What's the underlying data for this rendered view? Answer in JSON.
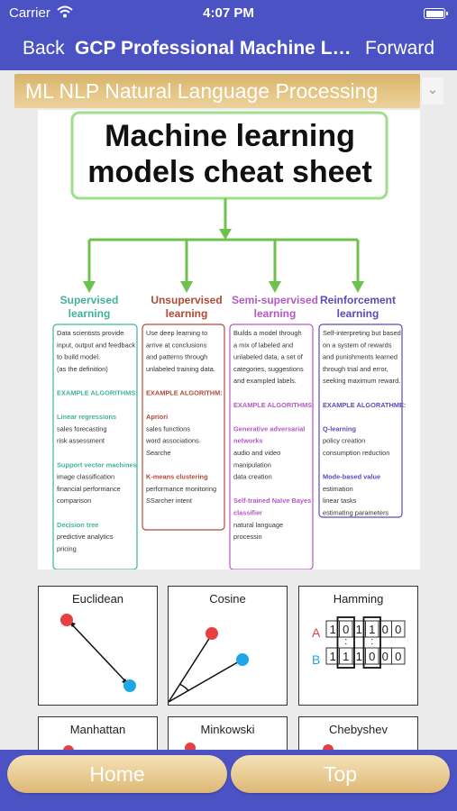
{
  "status": {
    "carrier": "Carrier",
    "time": "4:07 PM"
  },
  "nav": {
    "back_label": "Back",
    "title": "GCP Professional Machine Learning Engineer",
    "forward_label": "Forward"
  },
  "topic_selector": {
    "selected": "ML NLP Natural Language Processing",
    "arrow": "⌄"
  },
  "cheatsheet": {
    "title_line1": "Machine learning",
    "title_line2": "models cheat sheet",
    "columns": [
      {
        "title": [
          "Supervised",
          "learning"
        ],
        "color": "#3fb39a",
        "items": [
          {
            "t": "Data scientists provide"
          },
          {
            "t": "input, output and feedback"
          },
          {
            "t": "to build model."
          },
          {
            "t": "(as the definition)"
          },
          {
            "t": ""
          },
          {
            "t": "EXAMPLE ALGORITHMS:",
            "h": 1
          },
          {
            "t": ""
          },
          {
            "t": "Linear regressions",
            "h": 1
          },
          {
            "t": "sales forecasting"
          },
          {
            "t": "risk assessment"
          },
          {
            "t": ""
          },
          {
            "t": "Support vector machines",
            "h": 1
          },
          {
            "t": "image classification"
          },
          {
            "t": "financial performance"
          },
          {
            "t": "comparison"
          },
          {
            "t": ""
          },
          {
            "t": "Decision tree",
            "h": 1
          },
          {
            "t": "predictive analytics"
          },
          {
            "t": "pricing"
          }
        ]
      },
      {
        "title": [
          "Unsupervised",
          "learning"
        ],
        "color": "#b04a36",
        "items": [
          {
            "t": "Use deep learning to"
          },
          {
            "t": "arrive at conclusions"
          },
          {
            "t": "and patterns through"
          },
          {
            "t": "unlabeled training data."
          },
          {
            "t": ""
          },
          {
            "t": "EXAMPLE ALGORITHM:",
            "h": 1
          },
          {
            "t": ""
          },
          {
            "t": "Apriori",
            "h": 1
          },
          {
            "t": "sales functions"
          },
          {
            "t": "word associations"
          },
          {
            "t": "Searche"
          },
          {
            "t": ""
          },
          {
            "t": "K-means clustering",
            "h": 1
          },
          {
            "t": "performance monitoring"
          },
          {
            "t": "SSarcher intent"
          }
        ]
      },
      {
        "title": [
          "Semi-supervised",
          "learning"
        ],
        "color": "#b459c4",
        "items": [
          {
            "t": "Builds a model through"
          },
          {
            "t": "a mix of labeled and"
          },
          {
            "t": "unlabeled data, a set of"
          },
          {
            "t": "categories, suggestions"
          },
          {
            "t": "and exampled labels."
          },
          {
            "t": ""
          },
          {
            "t": "EXAMPLE ALGORITHMS:",
            "h": 1
          },
          {
            "t": ""
          },
          {
            "t": "Generative adversarial",
            "h": 1
          },
          {
            "t": "networks",
            "h": 1
          },
          {
            "t": "audio and video"
          },
          {
            "t": "manipulation"
          },
          {
            "t": "data creation"
          },
          {
            "t": ""
          },
          {
            "t": "Self-trained Naïve Bayes",
            "h": 1
          },
          {
            "t": "classifier",
            "h": 1
          },
          {
            "t": "natural language"
          },
          {
            "t": "processin"
          }
        ]
      },
      {
        "title": [
          "Reinforcement",
          "learning"
        ],
        "color": "#5a4db8",
        "items": [
          {
            "t": "Self-interpreting but based"
          },
          {
            "t": "on a system of rewards"
          },
          {
            "t": "and punishments learned"
          },
          {
            "t": "through trial and error,"
          },
          {
            "t": "seeking maximum reward."
          },
          {
            "t": ""
          },
          {
            "t": "EXAMPLE ALGORATHME:",
            "h": 1
          },
          {
            "t": ""
          },
          {
            "t": "Q-learning",
            "h": 1
          },
          {
            "t": "policy creation"
          },
          {
            "t": "consumption reduction"
          },
          {
            "t": ""
          },
          {
            "t": "Mode-based value",
            "h": 1
          },
          {
            "t": "estimation"
          },
          {
            "t": "linear tasks"
          },
          {
            "t": "estimating parameters"
          }
        ]
      }
    ]
  },
  "distances": {
    "row1": [
      "Euclidean",
      "Cosine",
      "Hamming"
    ],
    "row2": [
      "Manhattan",
      "Minkowski",
      "Chebyshev"
    ],
    "hamming": {
      "label_a": "A",
      "label_b": "B",
      "a_bits": [
        "1",
        "0",
        "1",
        "1",
        "0",
        "0"
      ],
      "b_bits": [
        "1",
        "1",
        "1",
        "0",
        "0",
        "0"
      ],
      "colon": ":"
    }
  },
  "tabbar": {
    "home_label": "Home",
    "top_label": "Top"
  },
  "colors": {
    "nav": "#4b52c4",
    "gold": "#e6c686",
    "arrow_green": "#6cc24a",
    "box_green": "#9ddf8a",
    "red_dot": "#e84040",
    "blue_dot": "#1ea6e8"
  }
}
